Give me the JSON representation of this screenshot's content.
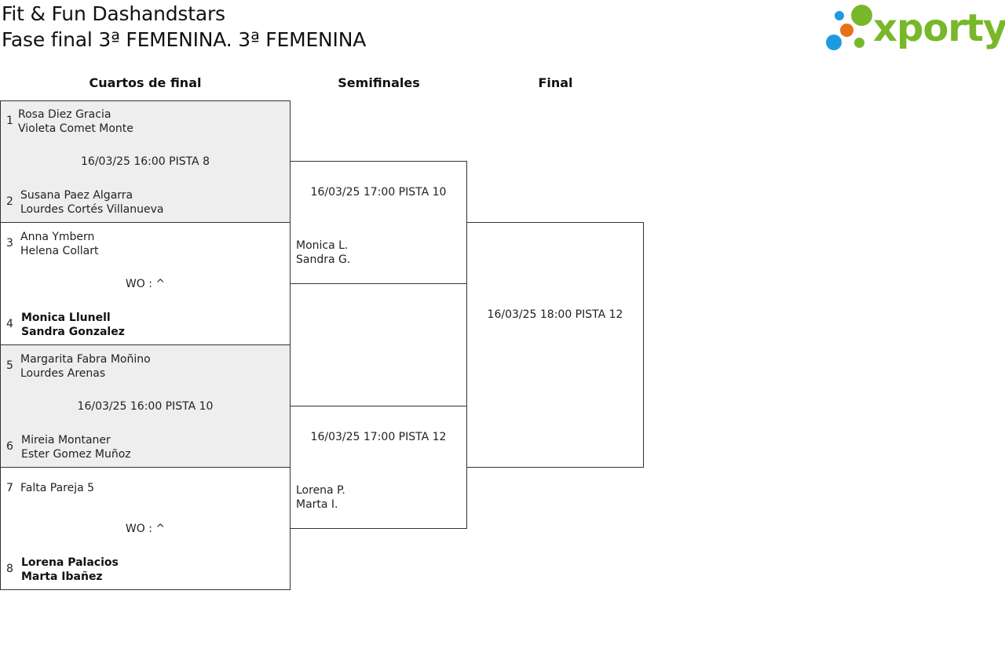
{
  "header": {
    "title_line1": "Fit & Fun Dashandstars",
    "title_line2": "Fase final 3ª FEMENINA. 3ª FEMENINA",
    "logo_text": "xporty",
    "logo_colors": {
      "green": "#79b72a",
      "orange": "#e8711c",
      "blue": "#1e9be0"
    }
  },
  "rounds": {
    "quarter": "Cuartos de final",
    "semi": "Semifinales",
    "final": "Final"
  },
  "quarterfinals": [
    {
      "info": "16/03/25 16:00 PISTA 8",
      "top": {
        "seed": "1",
        "line1": "Rosa Diez Gracia",
        "line2": "Violeta Comet Monte"
      },
      "bottom": {
        "seed": "2",
        "line1": "Susana Paez Algarra",
        "line2": "Lourdes Cortés Villanueva"
      }
    },
    {
      "info": "WO : ^",
      "top": {
        "seed": "3",
        "line1": "Anna Ymbern",
        "line2": "Helena Collart"
      },
      "bottom": {
        "seed": "4",
        "line1": "Monica Llunell",
        "line2": "Sandra Gonzalez"
      }
    },
    {
      "info": "16/03/25 16:00 PISTA 10",
      "top": {
        "seed": "5",
        "line1": "Margarita Fabra Moñino",
        "line2": "Lourdes Arenas"
      },
      "bottom": {
        "seed": "6",
        "line1": "Mireia Montaner",
        "line2": "Ester Gomez Muñoz"
      }
    },
    {
      "info": "WO : ^",
      "top": {
        "seed": "7",
        "line1": "Falta Pareja 5",
        "line2": ""
      },
      "bottom": {
        "seed": "8",
        "line1": "Lorena Palacios",
        "line2": "Marta Ibañez"
      }
    }
  ],
  "semifinals": [
    {
      "info": "16/03/25 17:00 PISTA 10",
      "line1": "Monica L.",
      "line2": "Sandra G."
    },
    {
      "info": "16/03/25 17:00 PISTA 12",
      "line1": "Lorena P.",
      "line2": "Marta I."
    }
  ],
  "final": {
    "info": "16/03/25 18:00 PISTA 12"
  }
}
